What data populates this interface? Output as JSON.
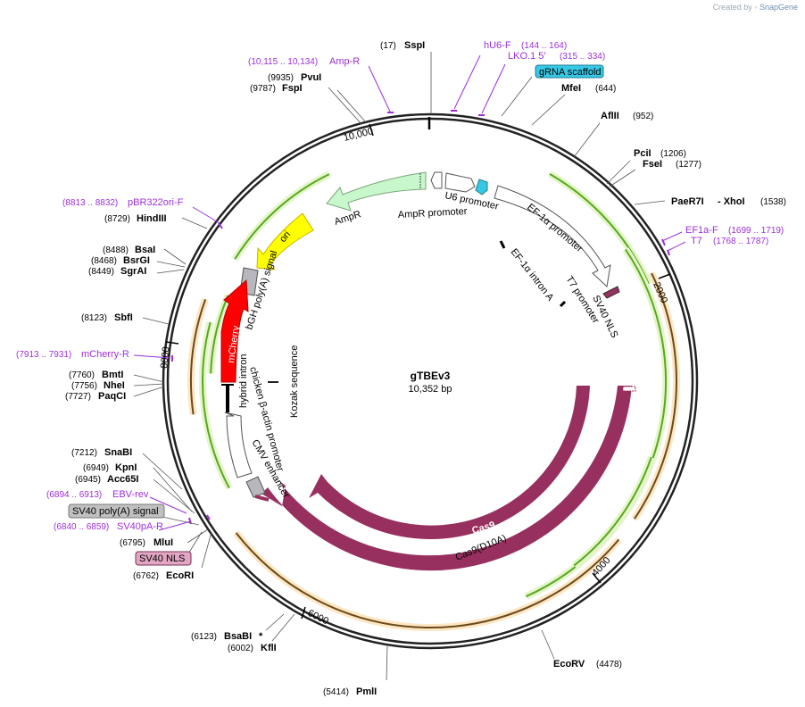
{
  "credit": {
    "prefix": "Created by",
    "brand": "SnapGene"
  },
  "plasmid": {
    "name": "gTBEv3",
    "length": "10,352 bp"
  },
  "sites": [
    {
      "pos": "(17)",
      "name": "SspI"
    },
    {
      "pos": "(644)",
      "name": "MfeI"
    },
    {
      "pos": "(952)",
      "name": "AflII"
    },
    {
      "pos": "(1206)",
      "name": "PciI"
    },
    {
      "pos": "(1277)",
      "name": "FseI"
    },
    {
      "pos": "(1538)",
      "name": "PaeR7I",
      "name2": "- XhoI"
    },
    {
      "pos": "(4478)",
      "name": "EcoRV"
    },
    {
      "pos": "(5414)",
      "name": "PmlI"
    },
    {
      "pos": "(6002)",
      "name": "KflI"
    },
    {
      "pos": "(6123)",
      "name": "BsaBI",
      "mark": "*"
    },
    {
      "pos": "(6762)",
      "name": "EcoRI"
    },
    {
      "pos": "(6795)",
      "name": "MluI"
    },
    {
      "pos": "(6945)",
      "name": "Acc65I"
    },
    {
      "pos": "(6949)",
      "name": "KpnI"
    },
    {
      "pos": "(7212)",
      "name": "SnaBI"
    },
    {
      "pos": "(7727)",
      "name": "PaqCI"
    },
    {
      "pos": "(7756)",
      "name": "NheI"
    },
    {
      "pos": "(7760)",
      "name": "BmtI"
    },
    {
      "pos": "(8123)",
      "name": "SbfI"
    },
    {
      "pos": "(8449)",
      "name": "SgrAI"
    },
    {
      "pos": "(8468)",
      "name": "BsrGI"
    },
    {
      "pos": "(8488)",
      "name": "BsaI"
    },
    {
      "pos": "(8729)",
      "name": "HindIII"
    },
    {
      "pos": "(9787)",
      "name": "FspI"
    },
    {
      "pos": "(9935)",
      "name": "PvuI"
    }
  ],
  "primers": [
    {
      "name": "hU6-F",
      "range": "(144 .. 164)"
    },
    {
      "name": "LKO.1 5'",
      "range": "(315 .. 334)"
    },
    {
      "name": "EF1a-F",
      "range": "(1699 .. 1719)"
    },
    {
      "name": "T7",
      "range": "(1768 .. 1787)"
    },
    {
      "name": "SV40pA-R",
      "range": "(6840 .. 6859)"
    },
    {
      "name": "EBV-rev",
      "range": "(6894 .. 6913)"
    },
    {
      "name": "mCherry-R",
      "range": "(7913 .. 7931)"
    },
    {
      "name": "pBR322ori-F",
      "range": "(8813 .. 8832)"
    },
    {
      "name": "Amp-R",
      "range": "(10,115 .. 10,134)"
    }
  ],
  "boxed_labels": {
    "grna": "gRNA scaffold",
    "sv40pa": "SV40 poly(A) signal",
    "sv40nls": "SV40 NLS"
  },
  "features": {
    "ampr": "AmpR",
    "ampr_promoter": "AmpR promoter",
    "u6": "U6 promoter",
    "ef1a_promoter": "EF-1α promoter",
    "ef1a_intron": "EF-1α intron A",
    "t7": "T7 promoter",
    "sv40_nls": "SV40 NLS",
    "ori": "ori",
    "bgh": "bGH poly(A) signal",
    "mcherry": "mCherry",
    "hybrid_intron": "hybrid intron",
    "chicken_actin": "chicken β-actin promoter",
    "cmv": "CMV enhancer",
    "kozak": "Kozak sequence",
    "cas9": "Cas9",
    "cas9d10a": "Cas9(D10A)"
  },
  "ticks": [
    "2000",
    "4000",
    "6000",
    "8000",
    "10,000"
  ],
  "colors": {
    "cas9": "#98305f",
    "ampr": "#c9f7cc",
    "mcherry": "#ff0000",
    "ori": "#ffff00",
    "grna": "#36c8e4",
    "primer": "#9b30d9",
    "sv40pa_box": "#c0c0c0",
    "sv40nls_box": "#e2a6c3",
    "orf_green": "#58a81e",
    "orf_orange": "#f7c27a"
  }
}
